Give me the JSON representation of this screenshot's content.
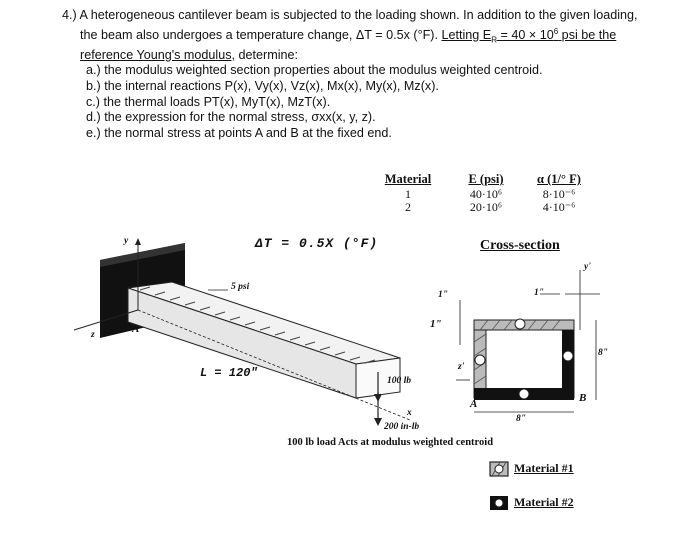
{
  "problem": {
    "line1": "4.) A heterogeneous cantilever beam is subjected to the loading shown.  In addition to the given loading,",
    "line2a": "the beam also undergoes a temperature change, ΔT = 0.5x (°F).  ",
    "line2b": "Letting E",
    "line2c": "R",
    "line2d": " = 40 × 10",
    "line2e": "6",
    "line2f": " psi be the",
    "line3": "reference Young's modulus,",
    "line3b": " determine:",
    "a": "a.) the modulus weighted section properties about the modulus weighted centroid.",
    "b": "b.) the internal reactions P(x), Vy(x), Vz(x), Mx(x), My(x), Mz(x).",
    "c": "c.) the thermal loads PT(x), MyT(x), MzT(x).",
    "d": "d.) the expression for the normal stress, σxx(x, y, z).",
    "e": "e.) the normal stress at points A and B at the fixed end."
  },
  "table": {
    "headers": [
      "Material",
      "E (psi)",
      "α (1/° F)"
    ],
    "rows": [
      [
        "1",
        "40·10⁶",
        "8·10⁻⁶"
      ],
      [
        "2",
        "20·10⁶",
        "4·10⁻⁶"
      ]
    ]
  },
  "figure": {
    "delta_t": "ΔT = 0.5X (°F)",
    "distributed_load": "5 psi",
    "length": "L = 120\"",
    "point_load": "100 lb",
    "moment": "200 in-lb",
    "axis_x": "x",
    "axis_y": "y",
    "axis_z": "z",
    "point_a": "A",
    "point_b": "B",
    "caption": "100 lb load Acts at modulus weighted centroid",
    "cross_section_title": "Cross-section",
    "dim_top": "1\"",
    "dim_left": "1\"",
    "dim_inner": "1\"",
    "dim_z": "z'",
    "dim_y": "y'",
    "dim_right": "8\"",
    "dim_bottom": "8\""
  },
  "legend": {
    "mat1": "Material #1",
    "mat2": "Material #2",
    "mat1_num": "1",
    "mat2_num": "2"
  }
}
